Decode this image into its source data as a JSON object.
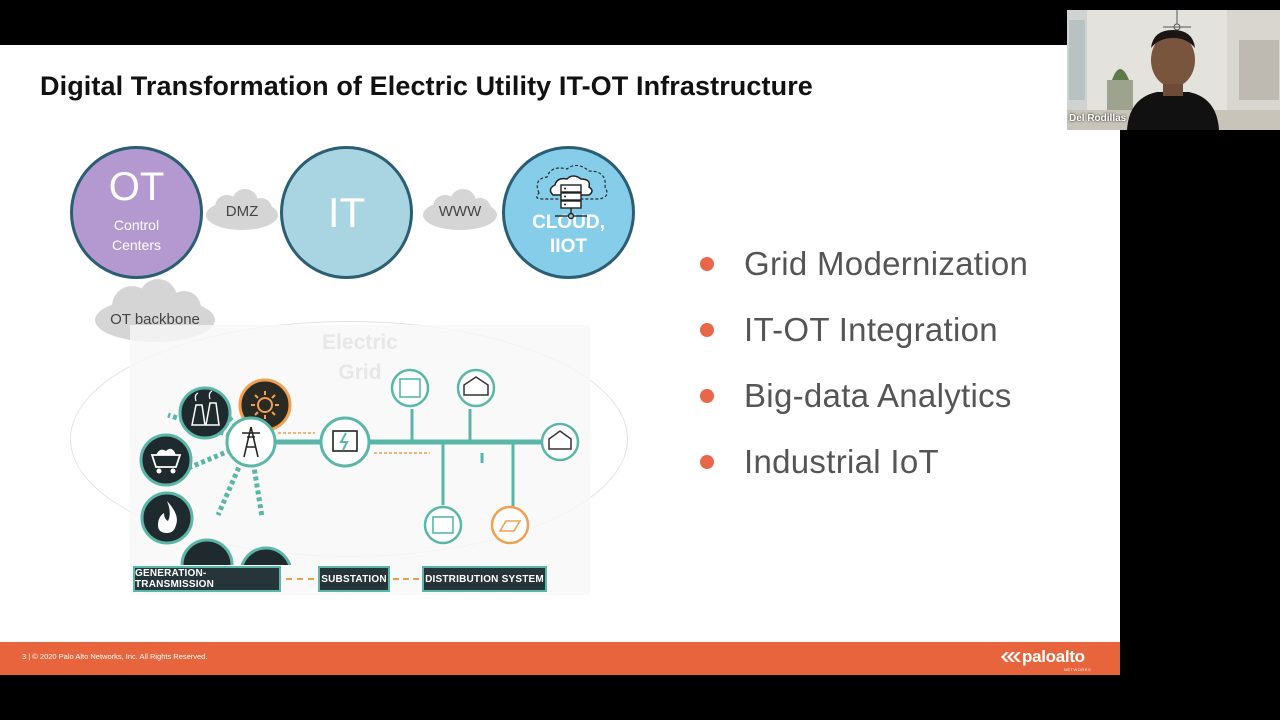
{
  "slide": {
    "title": "Digital Transformation of Electric Utility IT-OT Infrastructure",
    "circles": {
      "ot_big": "OT",
      "ot_line1": "Control",
      "ot_line2": "Centers",
      "it": "IT",
      "cloud_line1": "CLOUD,",
      "cloud_line2": "IIOT"
    },
    "links": {
      "dmz": "DMZ",
      "www": "WWW",
      "backbone": "OT backbone"
    },
    "grid": {
      "label_line1": "Electric",
      "label_line2": "Grid",
      "stages": [
        "GENERATION-TRANSMISSION",
        "SUBSTATION",
        "DISTRIBUTION SYSTEM"
      ]
    },
    "bullets": [
      "Grid Modernization",
      "IT-OT Integration",
      "Big-data Analytics",
      "Industrial IoT"
    ],
    "footer": {
      "text": "3  |  © 2020 Palo Alto Networks, Inc. All Rights Reserved.",
      "logo": "paloalto",
      "logo_sub": "NETWORKS"
    }
  },
  "webcam": {
    "name": "Del Rodillas"
  },
  "colors": {
    "accent_orange": "#e8643c",
    "ot_purple": "#b399cf",
    "it_blue": "#a9d5e3",
    "cloud_blue": "#86cdea",
    "teal": "#5ab7a8"
  },
  "icons": [
    "nuclear-plant-icon",
    "solar-icon",
    "coal-icon",
    "fire-icon",
    "hydro-icon",
    "wind-turbine-icon",
    "transmission-tower-icon",
    "substation-icon",
    "building-icon",
    "house-icon",
    "solar-home-icon",
    "cloud-server-icon"
  ]
}
